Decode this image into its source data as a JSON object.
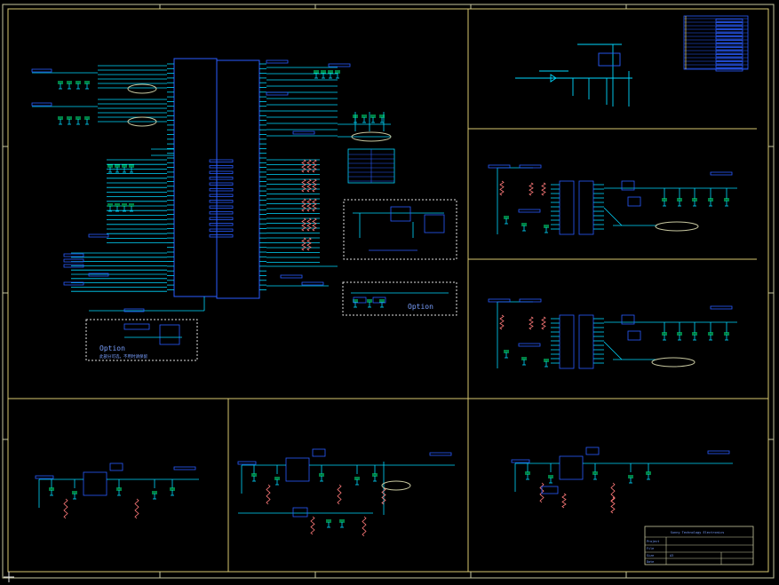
{
  "option_labels": [
    "Option",
    "Option"
  ],
  "option_note": "此部分可选，不用时请保留",
  "title_block": {
    "company": "Sunny Technology Electronics",
    "rows": [
      {
        "key": "Project",
        "value": ""
      },
      {
        "key": "File",
        "value": ""
      },
      {
        "key": "Size",
        "value": "A3"
      },
      {
        "key": "Date",
        "value": ""
      }
    ]
  },
  "colors": {
    "wire": "#00d8ff",
    "part": "#2a5cff",
    "frame": "#d8c870",
    "grid": "#c8c8a0",
    "text": "#7aa0ff"
  }
}
